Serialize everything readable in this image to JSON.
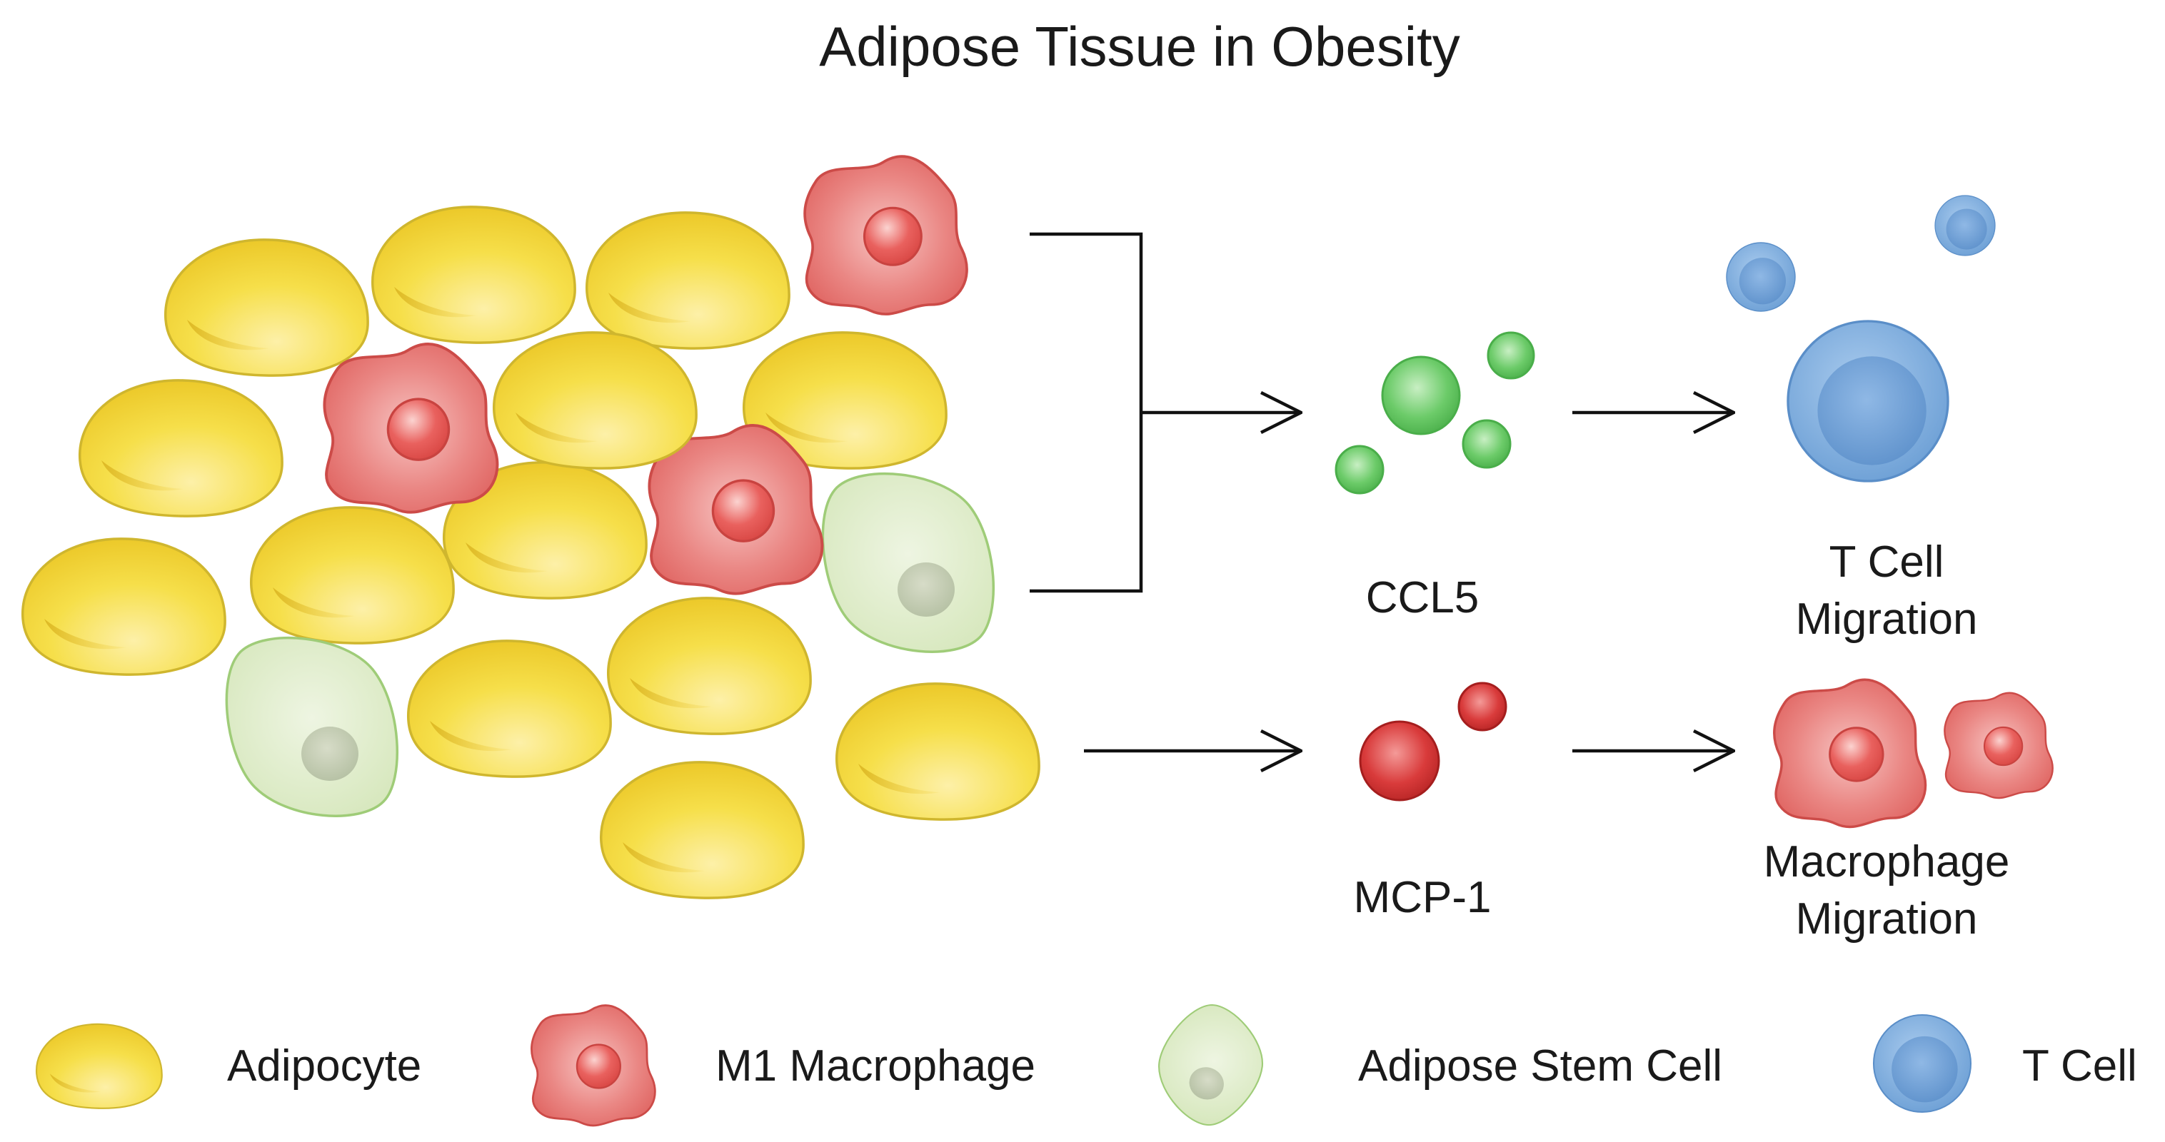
{
  "title": "Adipose Tissue in Obesity",
  "pathway_labels": {
    "ccl5": "CCL5",
    "t_cell_migration_line1": "T Cell",
    "t_cell_migration_line2": "Migration",
    "mcp1": "MCP-1",
    "macrophage_migration_line1": "Macrophage",
    "macrophage_migration_line2": "Migration"
  },
  "legend": {
    "adipocyte": "Adipocyte",
    "m1_macrophage": "M1 Macrophage",
    "adipose_stem_cell": "Adipose Stem Cell",
    "t_cell": "T Cell"
  },
  "colors": {
    "adipocyte": "#f4d93a",
    "m1_macrophage": "#e46a68",
    "adipose_stem_cell": "#d9e8c2",
    "t_cell": "#6fa5d8",
    "ccl5_dots": "#61bf61",
    "mcp1_dots": "#d43434",
    "arrow": "#111111"
  },
  "icons": {
    "adipocyte": "adipocyte-icon",
    "macrophage": "macrophage-icon",
    "stem_cell": "stem-cell-icon",
    "t_cell": "t-cell-icon",
    "chemokine": "chemokine-dot-icon",
    "arrow": "arrow-icon"
  }
}
